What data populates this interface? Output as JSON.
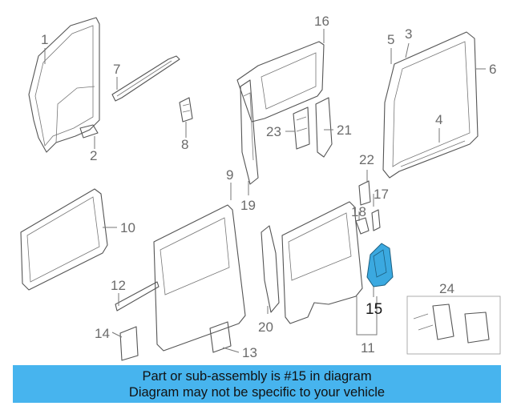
{
  "callouts": [
    "1",
    "2",
    "3",
    "4",
    "5",
    "6",
    "7",
    "8",
    "9",
    "10",
    "11",
    "12",
    "13",
    "14",
    "15",
    "16",
    "17",
    "18",
    "19",
    "20",
    "21",
    "22",
    "23",
    "24"
  ],
  "highlighted_part": "15",
  "banner": {
    "line1": "Part or sub-assembly is #15 in diagram",
    "line2": "Diagram may not be specific to your vehicle"
  },
  "colors": {
    "banner_background": "#47b4ee",
    "highlight_fill": "#3ba9e0"
  }
}
